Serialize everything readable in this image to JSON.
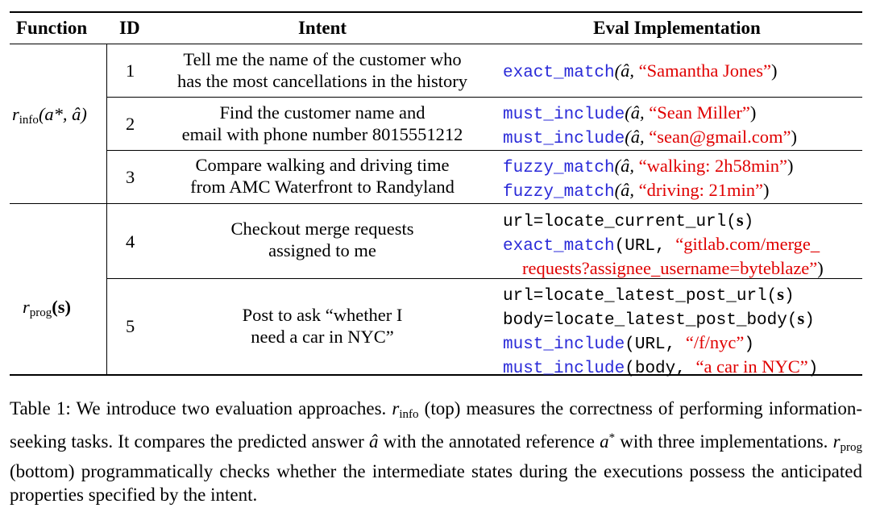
{
  "table": {
    "headers": {
      "function": "Function",
      "id": "ID",
      "intent": "Intent",
      "eval": "Eval Implementation"
    },
    "groups": [
      {
        "symbol": "r",
        "subscript": "info",
        "args": "(a*, â)"
      },
      {
        "symbol": "r",
        "subscript": "prog",
        "args": "(s)"
      }
    ],
    "rows": [
      {
        "id": "1",
        "intent": [
          "Tell me the name of the customer who",
          "has the most cancellations in the history"
        ],
        "eval": [
          {
            "fn": "exact_match",
            "arg": "(â, ",
            "value": "“Samantha Jones”",
            "close": ")"
          }
        ]
      },
      {
        "id": "2",
        "intent": [
          "Find the customer name and",
          "email with phone number 8015551212"
        ],
        "eval": [
          {
            "fn": "must_include",
            "arg": "(â, ",
            "value": "“Sean Miller”",
            "close": ")"
          },
          {
            "fn": "must_include",
            "arg": "(â, ",
            "value": "“sean@gmail.com”",
            "close": ")"
          }
        ]
      },
      {
        "id": "3",
        "intent": [
          "Compare walking and driving time",
          "from AMC Waterfront to Randyland"
        ],
        "eval": [
          {
            "fn": "fuzzy_match",
            "arg": "(â, ",
            "value": "“walking: 2h58min”",
            "close": ")"
          },
          {
            "fn": "fuzzy_match",
            "arg": "(â, ",
            "value": "“driving: 21min”",
            "close": ")"
          }
        ]
      },
      {
        "id": "4",
        "intent": [
          "Checkout merge requests",
          "assigned to me"
        ],
        "eval": [
          {
            "plain": "url=locate_current_url(",
            "bold": "s",
            "close": ")"
          },
          {
            "fn": "exact_match",
            "arg": "(URL, ",
            "value": "“gitlab.com/merge_"
          },
          {
            "value": "requests?assignee_username=byteblaze”",
            "close": ")"
          }
        ]
      },
      {
        "id": "5",
        "intent": [
          "Post to ask “whether I",
          "need a car in NYC”"
        ],
        "eval": [
          {
            "plain": "url=locate_latest_post_url(",
            "bold": "s",
            "close": ")"
          },
          {
            "plain": "body=locate_latest_post_body(",
            "bold": "s",
            "close": ")"
          },
          {
            "fn": "must_include",
            "arg": "(URL, ",
            "value": "“/f/nyc”",
            "close": ")"
          },
          {
            "fn": "must_include",
            "arg": "(body, ",
            "value": "“a car in NYC”",
            "close": ")"
          }
        ]
      }
    ]
  },
  "caption": {
    "label": "Table 1:",
    "s1": "We introduce two evaluation approaches.",
    "s2": "(top) measures the correctness of performing information-seeking tasks. It compares the predicted answer",
    "s3": "with the annotated reference",
    "s4": "with three implementations.",
    "s5": "(bottom) programmatically checks whether the intermediate states during the executions possess the anticipated properties specified by the intent."
  }
}
